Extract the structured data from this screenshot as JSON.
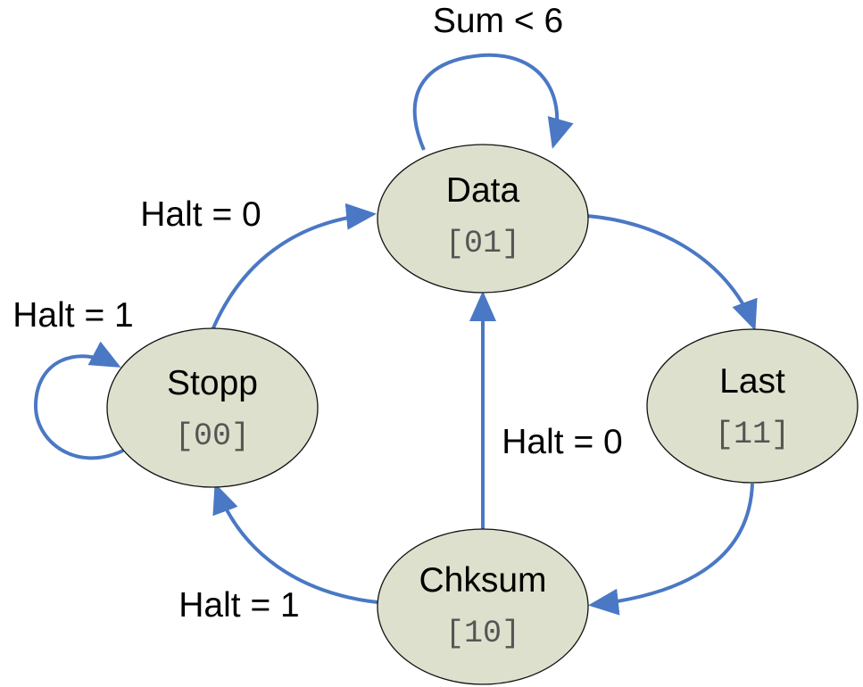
{
  "colors": {
    "edge": "#4a78c4",
    "state_fill": "#dde0cc",
    "state_stroke": "#111111",
    "code_text": "#555555"
  },
  "states": {
    "data": {
      "name": "Data",
      "code": "[01]"
    },
    "stopp": {
      "name": "Stopp",
      "code": "[00]"
    },
    "last": {
      "name": "Last",
      "code": "[11]"
    },
    "chksum": {
      "name": "Chksum",
      "code": "[10]"
    }
  },
  "transitions": {
    "data_self": {
      "label": "Sum < 6"
    },
    "stopp_to_data": {
      "label": "Halt = 0"
    },
    "stopp_self": {
      "label": "Halt = 1"
    },
    "chksum_to_data": {
      "label": "Halt = 0"
    },
    "chksum_to_stopp": {
      "label": "Halt = 1"
    },
    "data_to_last": {
      "label": ""
    },
    "last_to_chksum": {
      "label": ""
    }
  }
}
